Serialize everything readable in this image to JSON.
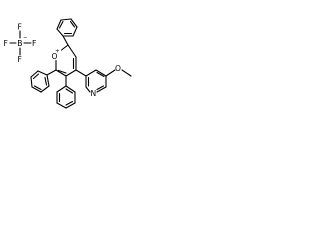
{
  "molecule": {
    "pyrylium_oxygen": "O",
    "pyrylium_charge": "+",
    "pyridine_nitrogen": "N",
    "methoxy_oxygen": "O",
    "counterion": {
      "fluorine_symbol": "F",
      "boron_symbol": "B",
      "charge": "−"
    }
  }
}
